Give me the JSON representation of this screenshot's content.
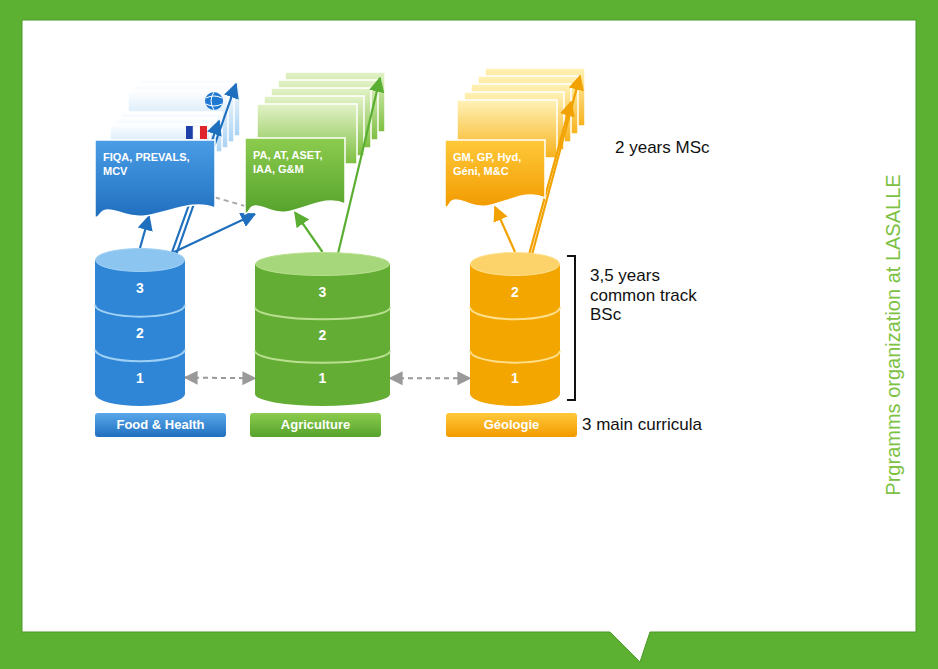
{
  "diagram": {
    "title": "Prgramms organization at LASALLE",
    "nodes": [
      {
        "text": [
          "3",
          "2",
          "1"
        ]
      },
      {
        "text": [
          "3",
          "2",
          "1"
        ]
      },
      {
        "text": [
          "2",
          "1"
        ]
      },
      {
        "text": [
          "FIQA, PREVALS, MCV"
        ]
      },
      {
        "text": [
          "PA, AT, ASET, IAA, G&M"
        ]
      },
      {
        "text": [
          "GM, GP, Hyd, Géni, M&C"
        ]
      },
      {
        "text": [
          "Food & Health"
        ]
      },
      {
        "text": [
          "Agriculture"
        ]
      },
      {
        "text": [
          "Géologie"
        ]
      }
    ],
    "edges": [
      {
        "from": 0,
        "to": 3,
        "arrow": "to"
      },
      {
        "from": 0,
        "to": 4,
        "arrow": "to"
      },
      {
        "from": 1,
        "to": 4,
        "arrow": "to"
      },
      {
        "from": 2,
        "to": 5,
        "arrow": "to"
      },
      {
        "from": 0,
        "to": 1,
        "arrow": "both"
      },
      {
        "from": 1,
        "to": 2,
        "arrow": "both"
      },
      {
        "from": 3,
        "to": 4,
        "arrow": "none"
      }
    ],
    "labels": [
      "2 years MSc",
      "3,5 years common track BSc",
      "3 main curricula"
    ]
  }
}
